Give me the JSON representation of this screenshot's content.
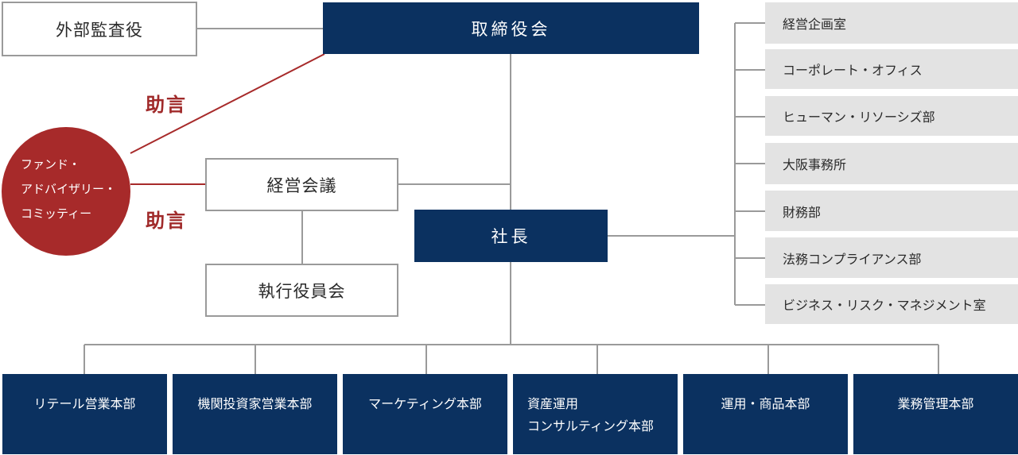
{
  "external_auditor": "外部監査役",
  "board_of_directors": "取締役会",
  "management_meeting": "経営会議",
  "executive_committee": "執行役員会",
  "president": "社長",
  "advice_labels": [
    "助言",
    "助言"
  ],
  "fund_advisory_committee": [
    "ファンド・",
    "アドバイザリー・",
    "コミッティー"
  ],
  "staff_departments": [
    "経営企画室",
    "コーポレート・オフィス",
    "ヒューマン・リソーシズ部",
    "大阪事務所",
    "財務部",
    "法務コンプライアンス部",
    "ビジネス・リスク・マネジメント室"
  ],
  "business_divisions": [
    [
      "リテール営業本部"
    ],
    [
      "機関投資家営業本部"
    ],
    [
      "マーケティング本部"
    ],
    [
      "資産運用",
      "コンサルティング本部"
    ],
    [
      "運用・商品本部"
    ],
    [
      "業務管理本部"
    ]
  ],
  "colors": {
    "navy": "#0b3160",
    "red": "#a72a2a",
    "gray_box": "#e3e3e3",
    "line": "#9a9a9a"
  }
}
